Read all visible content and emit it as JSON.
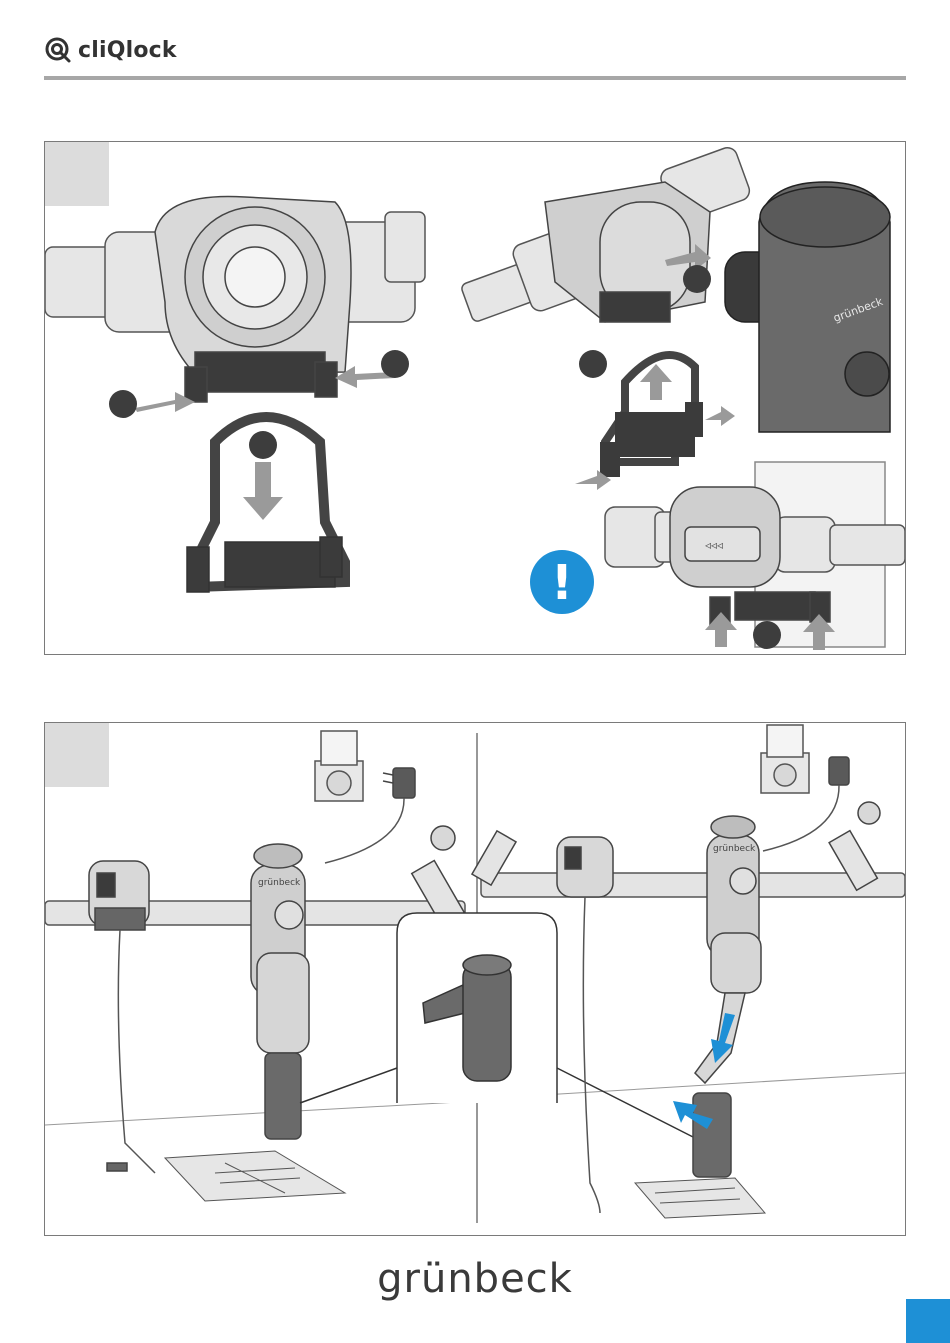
{
  "header": {
    "product_name": "cliQlock"
  },
  "panel1": {
    "notice_symbol": "!",
    "filter_arrows": "◃◃◃",
    "brand_on_device": "grünbeck"
  },
  "panel2": {
    "brand_on_device_left": "grünbeck",
    "brand_on_device_right": "grünbeck"
  },
  "footer": {
    "logo_text": "grünbeck"
  },
  "colors": {
    "accent_blue": "#1e90d6",
    "rule_gray": "#a7a7a7",
    "step_box_gray": "#dcdcdc",
    "marker_dark": "#3d3d3d"
  }
}
